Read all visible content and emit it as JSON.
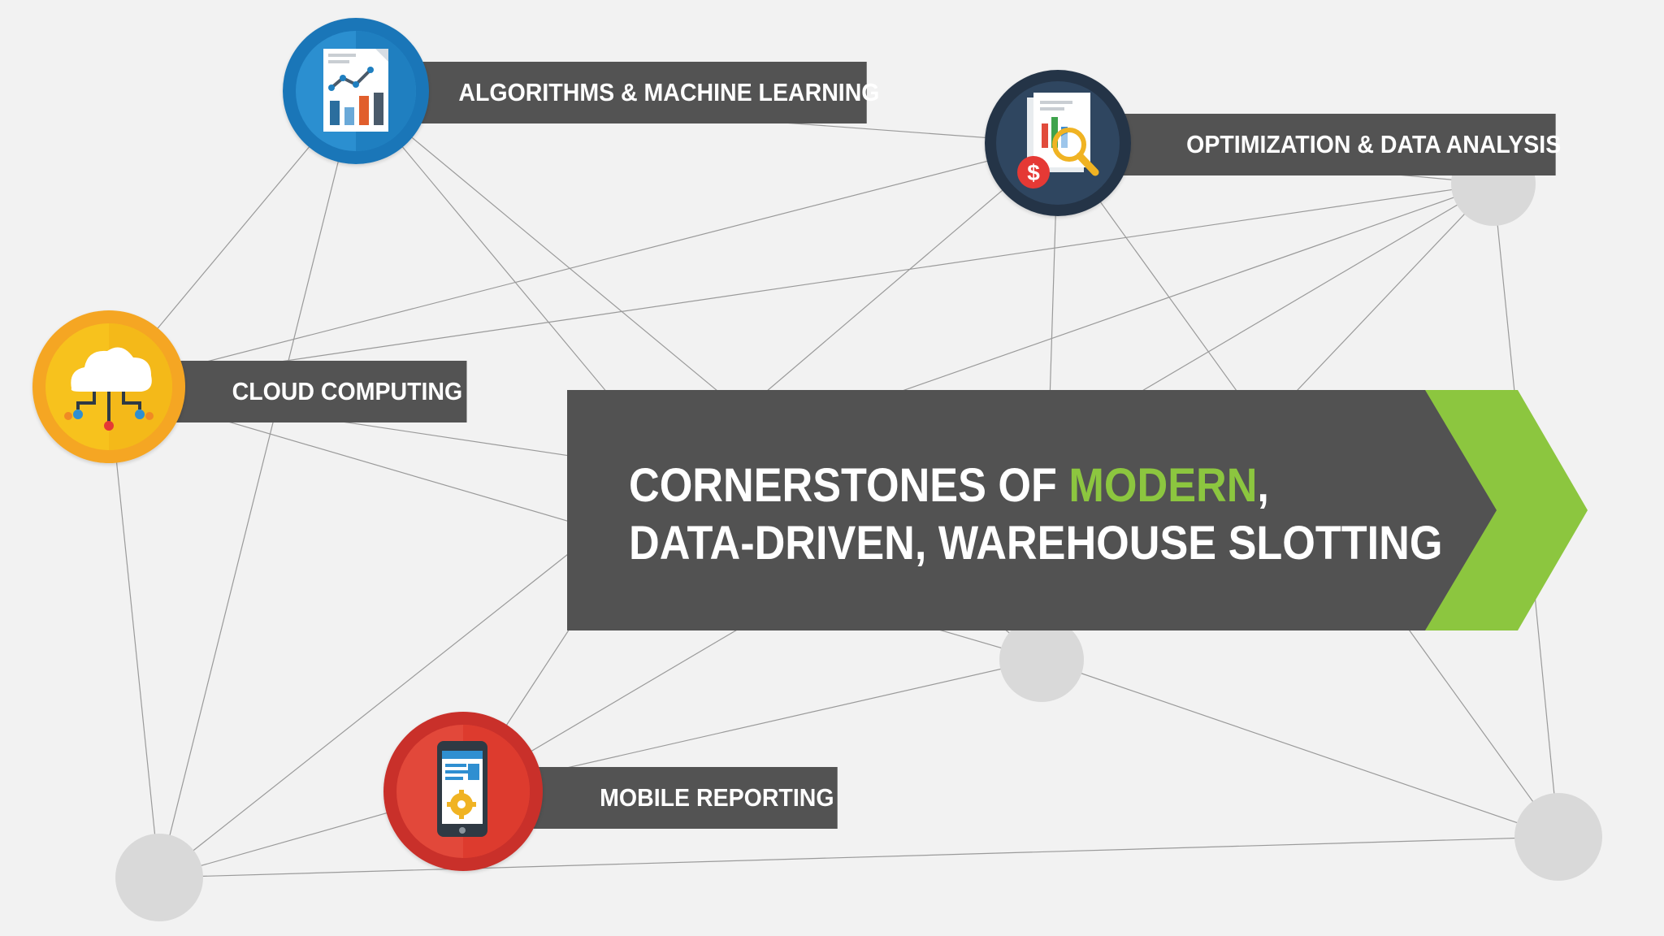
{
  "title": {
    "line1_prefix": "CORNERSTONES OF ",
    "line1_accent": "MODERN",
    "line1_suffix": ",",
    "line2": "DATA-DRIVEN, WAREHOUSE SLOTTING"
  },
  "nodes": {
    "algorithms": {
      "label": "ALGORITHMS & MACHINE LEARNING",
      "icon": "report-chart-icon"
    },
    "optimization": {
      "label": "OPTIMIZATION & DATA ANALYSIS",
      "icon": "financial-report-magnifier-icon"
    },
    "cloud": {
      "label": "CLOUD COMPUTING",
      "icon": "cloud-network-icon"
    },
    "mobile": {
      "label": "MOBILE REPORTING",
      "icon": "mobile-settings-icon"
    }
  },
  "colors": {
    "background": "#f2f2f2",
    "label_bar": "#535353",
    "accent_green": "#8cc63f",
    "title_panel": "#525252",
    "connector_node": "#d9d9d9",
    "algorithms_blue": "#1f7fc0",
    "optimization_navy": "#2b3f55",
    "cloud_yellow": "#f4b919",
    "mobile_red": "#dd3b2e"
  }
}
